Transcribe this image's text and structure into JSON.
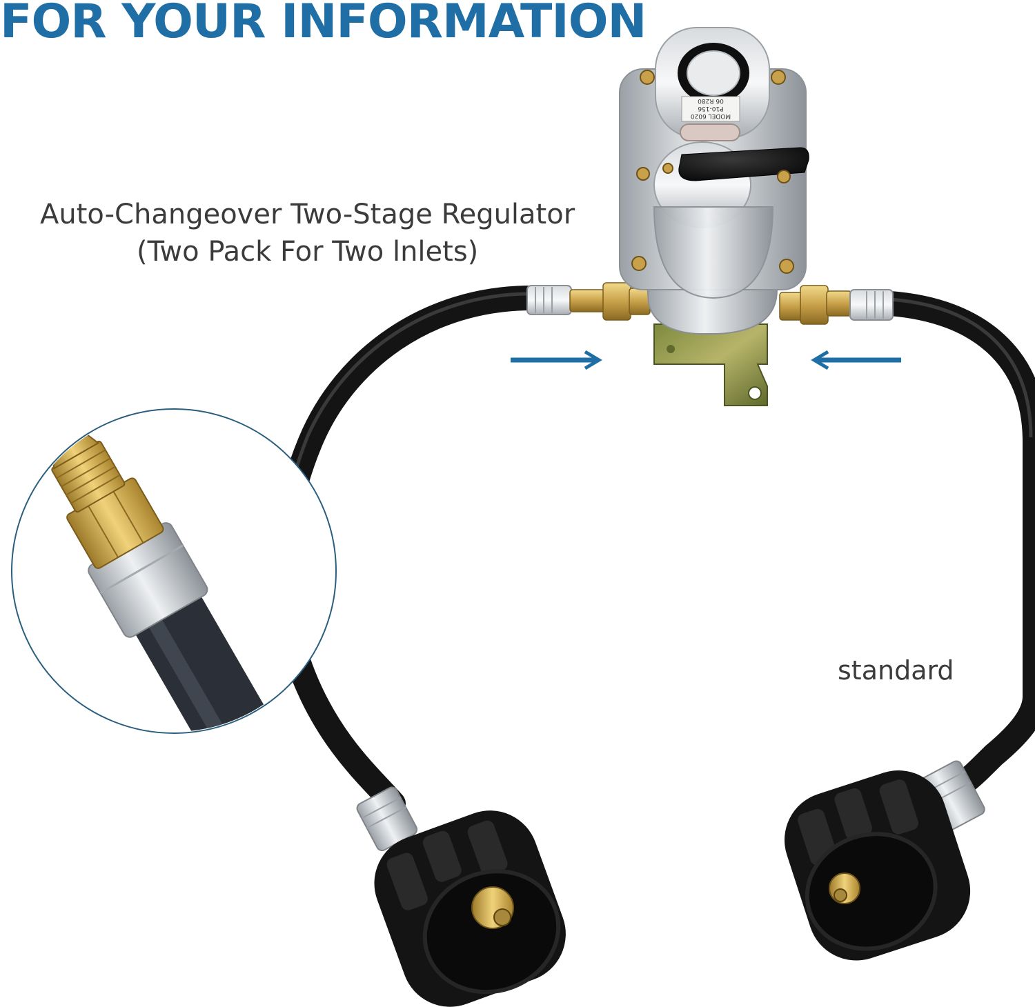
{
  "heading": "FOR YOUR INFORMATION",
  "caption": {
    "line1": "Auto-Changeover Two-Stage Regulator",
    "line2": "(Two Pack For Two lnlets)"
  },
  "label_standard": "standard",
  "regulator_label": {
    "line1": "MODEL 6020",
    "line2": "P10-156",
    "line3": "06 R280"
  },
  "colors": {
    "accent": "#1f6fa6",
    "hose": "#1c1c1c",
    "brass": "#c9a14a",
    "chrome": "#c8ccd0",
    "caption_text": "#3b3b3b"
  }
}
